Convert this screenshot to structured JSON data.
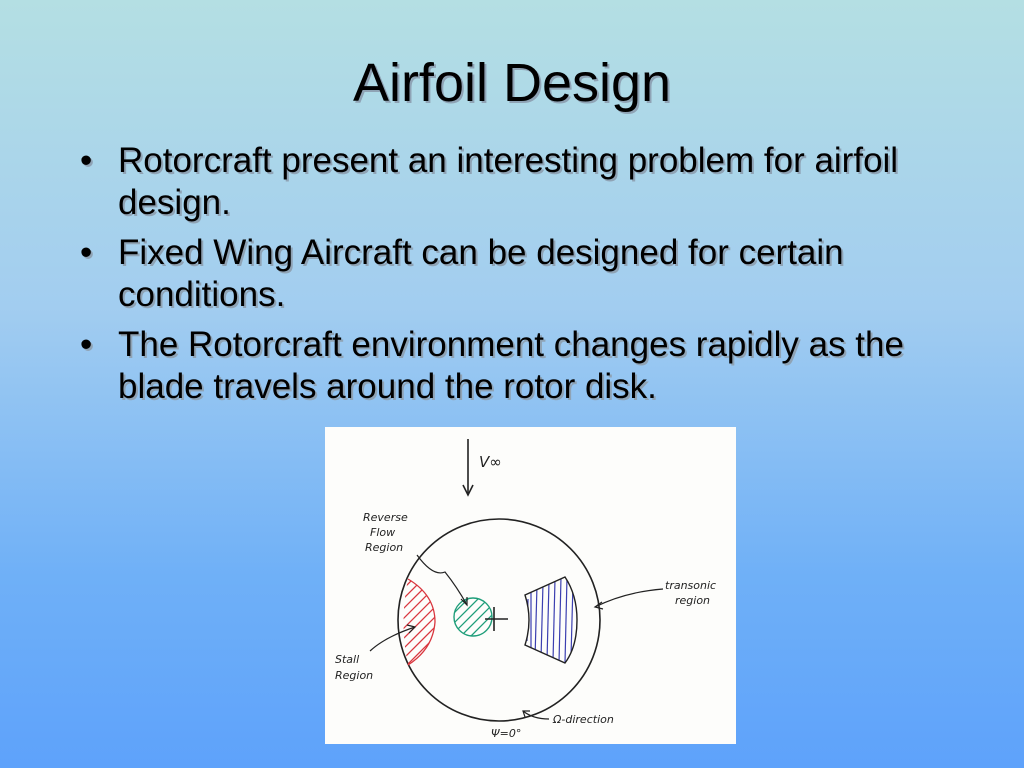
{
  "slide": {
    "title": "Airfoil Design",
    "bullets": [
      "Rotorcraft present an interesting problem for airfoil design.",
      "Fixed Wing Aircraft can be designed for certain conditions.",
      "The Rotorcraft environment changes rapidly as the blade travels around the rotor disk."
    ]
  },
  "diagram": {
    "freestream_label": "V∞",
    "reverse_flow_label": [
      "Reverse",
      "Flow",
      "Region"
    ],
    "transonic_label": [
      "transonic",
      "region"
    ],
    "stall_label": [
      "Stall",
      "Region"
    ],
    "direction_label": "Ω-direction",
    "psi_label": "Ψ=0°",
    "colors": {
      "stall_hatch": "#d9363e",
      "reverse_hatch": "#1f9e7a",
      "transonic_hatch": "#3b3fb0"
    }
  }
}
